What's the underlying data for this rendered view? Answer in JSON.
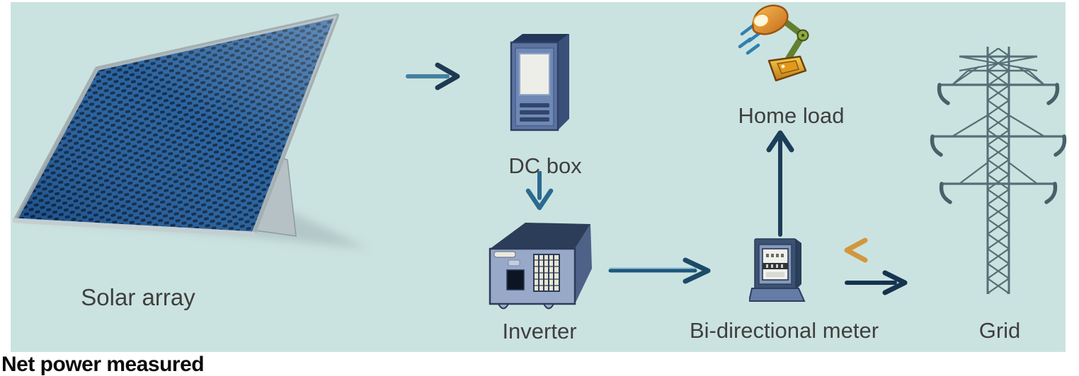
{
  "diagram": {
    "type": "flow-diagram",
    "caption": "Net power measured",
    "background_color": "#cbe3e0",
    "label_color": "#3f3f3f",
    "nodes": {
      "solar_array": {
        "label": "Solar array",
        "icon": "solar-panel"
      },
      "dc_box": {
        "label": "DC box",
        "icon": "dc-box-tower"
      },
      "inverter": {
        "label": "Inverter",
        "icon": "inverter-box"
      },
      "home_load": {
        "label": "Home load",
        "icon": "desk-lamp"
      },
      "bi_directional_meter": {
        "label": "Bi-directional meter",
        "icon": "electric-meter"
      },
      "grid": {
        "label": "Grid",
        "icon": "transmission-tower"
      }
    },
    "edges": [
      {
        "from": "solar_array",
        "to": "dc_box",
        "direction": "right",
        "color": "#2e6b92"
      },
      {
        "from": "dc_box",
        "to": "inverter",
        "direction": "down",
        "color": "#2b6a90"
      },
      {
        "from": "inverter",
        "to": "bi_directional_meter",
        "direction": "right",
        "color": "#1f567a"
      },
      {
        "from": "bi_directional_meter",
        "to": "home_load",
        "direction": "up",
        "color": "#1d3e5a"
      },
      {
        "from": "grid",
        "to": "bi_directional_meter",
        "direction": "left",
        "color": "#dca24f"
      },
      {
        "from": "bi_directional_meter",
        "to": "grid",
        "direction": "right",
        "color": "#16334f"
      }
    ]
  }
}
